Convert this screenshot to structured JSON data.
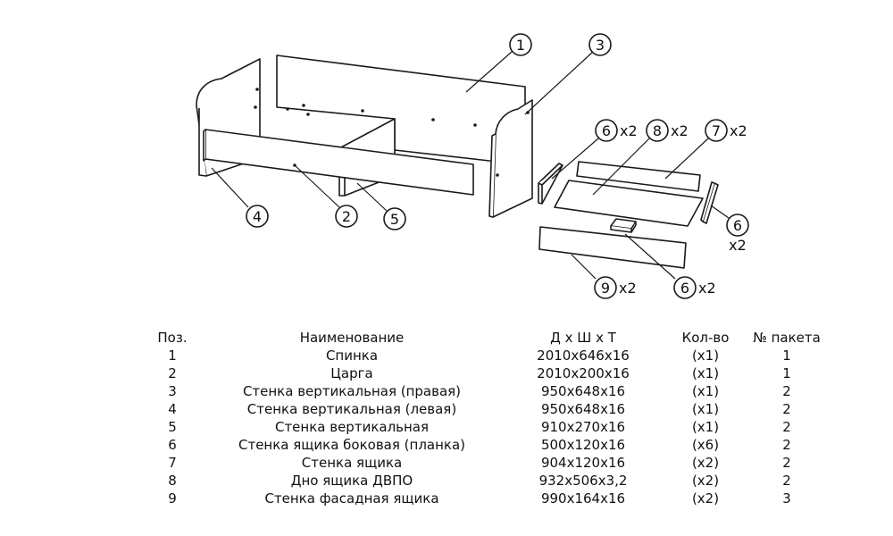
{
  "callouts": [
    {
      "num": "1",
      "qty": ""
    },
    {
      "num": "3",
      "qty": ""
    },
    {
      "num": "6",
      "qty": "x2"
    },
    {
      "num": "8",
      "qty": "x2"
    },
    {
      "num": "7",
      "qty": "x2"
    },
    {
      "num": "6",
      "qty": "x2"
    },
    {
      "num": "4",
      "qty": ""
    },
    {
      "num": "2",
      "qty": ""
    },
    {
      "num": "5",
      "qty": ""
    },
    {
      "num": "9",
      "qty": "x2"
    },
    {
      "num": "6",
      "qty": "x2"
    }
  ],
  "table": {
    "headers": [
      "Поз.",
      "Наименование",
      "Д х Ш х Т",
      "Кол-во",
      "№ пакета"
    ],
    "rows": [
      [
        "1",
        "Спинка",
        "2010x646x16",
        "(x1)",
        "1"
      ],
      [
        "2",
        "Царга",
        "2010x200x16",
        "(x1)",
        "1"
      ],
      [
        "3",
        "Стенка вертикальная (правая)",
        "950x648x16",
        "(x1)",
        "2"
      ],
      [
        "4",
        "Стенка вертикальная (левая)",
        "950x648x16",
        "(x1)",
        "2"
      ],
      [
        "5",
        "Стенка вертикальная",
        "910x270x16",
        "(x1)",
        "2"
      ],
      [
        "6",
        "Стенка ящика боковая (планка)",
        "500x120x16",
        "(x6)",
        "2"
      ],
      [
        "7",
        "Стенка ящика",
        "904x120x16",
        "(x2)",
        "2"
      ],
      [
        "8",
        "Дно ящика ДВПО",
        "932x506x3,2",
        "(x2)",
        "2"
      ],
      [
        "9",
        "Стенка фасадная ящика",
        "990x164x16",
        "(x2)",
        "3"
      ]
    ]
  }
}
